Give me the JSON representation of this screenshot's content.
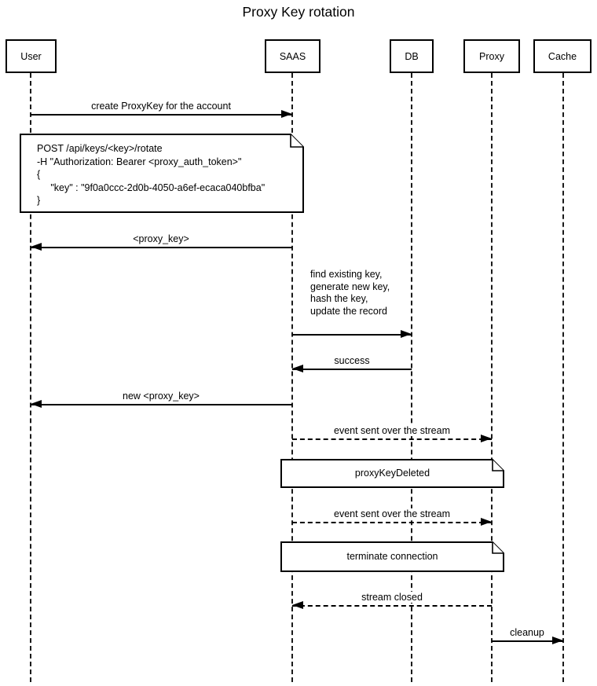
{
  "title": "Proxy Key rotation",
  "actors": [
    {
      "label": "User"
    },
    {
      "label": "SAAS"
    },
    {
      "label": "DB"
    },
    {
      "label": "Proxy"
    },
    {
      "label": "Cache"
    }
  ],
  "messages": [
    {
      "label": "create ProxyKey for the account",
      "from": "User",
      "to": "SAAS",
      "line": "solid"
    },
    {
      "label": "<proxy_key>",
      "from": "SAAS",
      "to": "User",
      "line": "solid"
    },
    {
      "label": "find existing key,\ngenerate new key,\nhash the key,\nupdate the record",
      "from": "SAAS",
      "to": "DB",
      "line": "solid"
    },
    {
      "label": "success",
      "from": "DB",
      "to": "SAAS",
      "line": "solid"
    },
    {
      "label": "new <proxy_key>",
      "from": "SAAS",
      "to": "User",
      "line": "solid"
    },
    {
      "label": "event sent over the stream",
      "from": "SAAS",
      "to": "Proxy",
      "line": "dashed"
    },
    {
      "label": "event sent over the stream",
      "from": "SAAS",
      "to": "Proxy",
      "line": "dashed"
    },
    {
      "label": "stream closed",
      "from": "Proxy",
      "to": "SAAS",
      "line": "dashed"
    },
    {
      "label": "cleanup",
      "from": "Proxy",
      "to": "Cache",
      "line": "solid"
    }
  ],
  "notes": [
    {
      "text": "POST /api/keys/<key>/rotate\n-H \"Authorization: Bearer <proxy_auth_token>\"\n{\n     \"key\" : \"9f0a0ccc-2d0b-4050-a6ef-ecaca040bfba\"\n}",
      "over": "User, SAAS"
    },
    {
      "text": "proxyKeyDeleted",
      "over": "SAAS, Proxy"
    },
    {
      "text": "terminate connection",
      "over": "SAAS, Proxy"
    }
  ]
}
